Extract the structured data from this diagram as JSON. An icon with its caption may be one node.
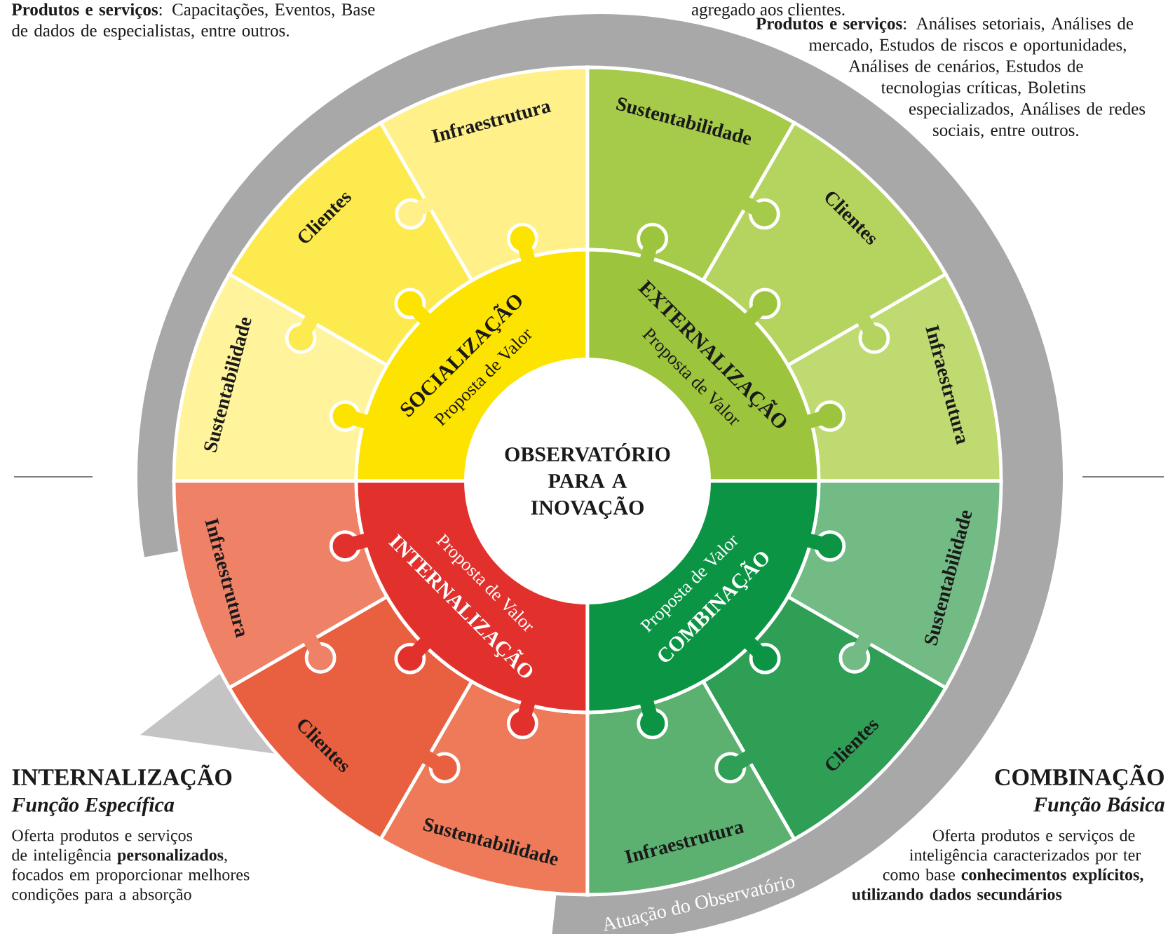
{
  "diagram": {
    "nodes": [
      {
        "text": [
          "SOCIALIZAÇÃO",
          "Proposta de Valor"
        ]
      },
      {
        "text": [
          "EXTERNALIZAÇÃO",
          "Proposta de Valor"
        ]
      },
      {
        "text": [
          "INTERNALIZAÇÃO",
          "Proposta de Valor"
        ]
      },
      {
        "text": [
          "COMBINAÇÃO",
          "Proposta de Valor"
        ]
      },
      {
        "text": [
          "OBSERVATÓRIO PARA A INOVAÇÃO"
        ]
      },
      {
        "text": [
          "Infraestrutura"
        ]
      },
      {
        "text": [
          "Clientes"
        ]
      },
      {
        "text": [
          "Sustentabilidade"
        ]
      },
      {
        "text": [
          "Sustentabilidade"
        ]
      },
      {
        "text": [
          "Clientes"
        ]
      },
      {
        "text": [
          "Infraestrutura"
        ]
      },
      {
        "text": [
          "Infraestrutura"
        ]
      },
      {
        "text": [
          "Clientes"
        ]
      },
      {
        "text": [
          "Sustentabilidade"
        ]
      },
      {
        "text": [
          "Sustentabilidade"
        ]
      },
      {
        "text": [
          "Clientes"
        ]
      },
      {
        "text": [
          "Infraestrutura"
        ]
      },
      {
        "text": [
          "Atuação do Observatório"
        ]
      }
    ],
    "labels": [
      "**Produtos e serviços**: Capacitações, Eventos, Base de dados de especialistas, entre outros.",
      "agregado aos clientes.",
      "**Produtos e serviços**: Análises setoriais, Análises de mercado, Estudos de riscos e oportunidades, Análises de cenários, Estudos de tecnologias críticas, Boletins especializados, Análises de redes sociais, entre outros.",
      "INTERNALIZAÇÃO",
      "Função Específica",
      "Oferta produtos e serviços de inteligência **personalizados**, focados em proporcionar melhores condições para a absorção",
      "COMBINAÇÃO",
      "Função Básica",
      "Oferta produtos e serviços de inteligência caracterizados por ter como base **conhecimentos explícitos, utilizando dados secundários**"
    ]
  }
}
